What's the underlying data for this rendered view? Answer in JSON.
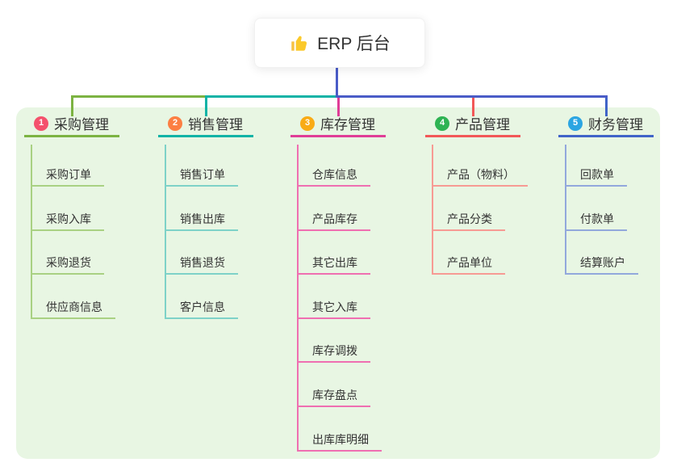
{
  "root": {
    "label": "ERP 后台",
    "icon": "thumbs-up-icon"
  },
  "canvas": {
    "background": "#ffffff",
    "panel_color": "#e8f6e3",
    "connector_color": "#4a5cc7",
    "text_color": "#333333"
  },
  "branches": [
    {
      "key": "purchase",
      "number": "1",
      "label": "采购管理",
      "badge_color": "#f4516c",
      "line_color": "#7cb342",
      "light_line_color": "#a9d183",
      "children": [
        "采购订单",
        "采购入库",
        "采购退货",
        "供应商信息"
      ]
    },
    {
      "key": "sales",
      "number": "2",
      "label": "销售管理",
      "badge_color": "#fc7f43",
      "line_color": "#10b3a6",
      "light_line_color": "#7ed2c8",
      "children": [
        "销售订单",
        "销售出库",
        "销售退货",
        "客户信息"
      ]
    },
    {
      "key": "inventory",
      "number": "3",
      "label": "库存管理",
      "badge_color": "#f9ab15",
      "line_color": "#e03d97",
      "light_line_color": "#ef6fb1",
      "children": [
        "仓库信息",
        "产品库存",
        "其它出库",
        "其它入库",
        "库存调拨",
        "库存盘点",
        "出库库明细"
      ]
    },
    {
      "key": "product",
      "number": "4",
      "label": "产品管理",
      "badge_color": "#2eb353",
      "line_color": "#f25858",
      "light_line_color": "#f79b94",
      "children": [
        "产品（物料）",
        "产品分类",
        "产品单位"
      ]
    },
    {
      "key": "finance",
      "number": "5",
      "label": "财务管理",
      "badge_color": "#2ba5e2",
      "line_color": "#4064c8",
      "light_line_color": "#92a8dc",
      "children": [
        "回款单",
        "付款单",
        "结算账户"
      ]
    }
  ]
}
